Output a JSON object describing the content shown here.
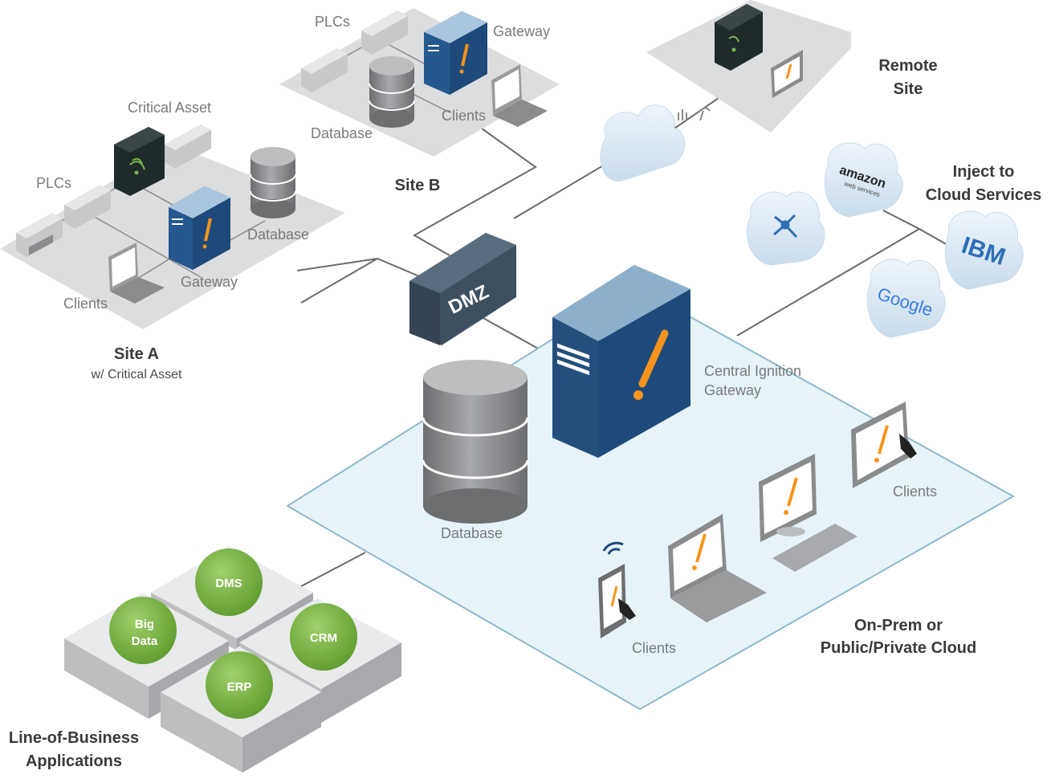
{
  "site_a": {
    "title": "Site A",
    "subtitle": "w/ Critical Asset",
    "labels": {
      "critical_asset": "Critical Asset",
      "plcs": "PLCs",
      "database": "Database",
      "gateway": "Gateway",
      "clients": "Clients"
    }
  },
  "site_b": {
    "title": "Site B",
    "labels": {
      "plcs": "PLCs",
      "gateway": "Gateway",
      "database": "Database",
      "clients": "Clients"
    }
  },
  "remote_site": {
    "title_line1": "Remote",
    "title_line2": "Site"
  },
  "dmz": {
    "label": "DMZ"
  },
  "central": {
    "label_line1": "Central Ignition",
    "label_line2": "Gateway",
    "database": "Database",
    "clients_right": "Clients",
    "clients_bottom": "Clients",
    "zone_line1": "On-Prem or",
    "zone_line2": "Public/Private Cloud"
  },
  "cloud_services": {
    "title_line1": "Inject to",
    "title_line2": "Cloud Services",
    "providers": {
      "amazon": "amazon",
      "amazon_sub": "web services",
      "ibm": "IBM",
      "google": "Google"
    }
  },
  "business": {
    "title_line1": "Line-of-Business",
    "title_line2": "Applications",
    "apps": {
      "dms": "DMS",
      "bigdata_line1": "Big",
      "bigdata_line2": "Data",
      "crm": "CRM",
      "erp": "ERP"
    }
  },
  "colors": {
    "accent_orange": "#f7941d",
    "server_blue": "#1d4a7a",
    "server_light": "#8cb0cc",
    "zone_fill": "#e6f4fa",
    "zone_stroke": "#8fb8cc",
    "green": "#7ab648",
    "line": "#6a6a6a"
  }
}
